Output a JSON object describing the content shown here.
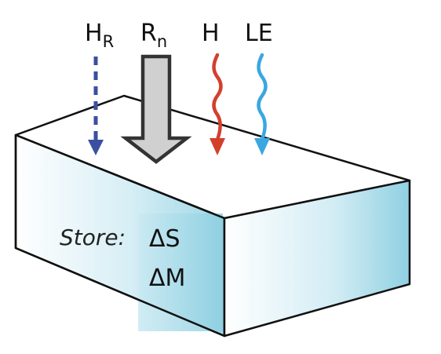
{
  "fluxes": {
    "h_r": {
      "main": "H",
      "sub": "R",
      "style": "dashed-arrow",
      "color": "#3a4fa0"
    },
    "r_n": {
      "main": "R",
      "sub": "n",
      "style": "block-arrow",
      "color": "#d0d0d0"
    },
    "h": {
      "main": "H",
      "style": "wavy-arrow",
      "color": "#d2402d"
    },
    "le": {
      "main": "LE",
      "style": "wavy-arrow",
      "color": "#3aa7e0"
    }
  },
  "store": {
    "label": "Store:",
    "variables": [
      "ΔS",
      "ΔM"
    ]
  },
  "colors": {
    "box_face": "#9dd6e6",
    "box_edge": "#111111",
    "top_face": "#ffffff"
  }
}
